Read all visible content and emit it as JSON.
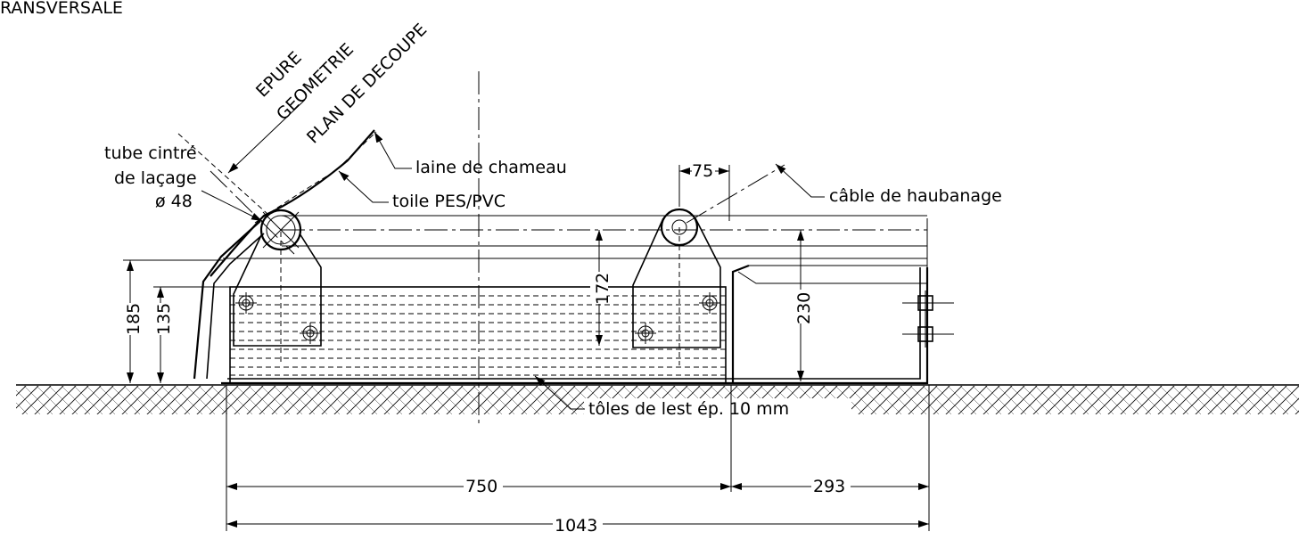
{
  "drawing": {
    "title_fragment": "RANSVERSALE",
    "labels": {
      "epure": "EPURE",
      "geometrie": "GEOMETRIE",
      "plan_decoupe": "PLAN DE DECOUPE",
      "tube_line1": "tube cintré",
      "tube_line2": "de laçage",
      "tube_line3": "ø 48",
      "laine": "laine de chameau",
      "toile": "toile PES/PVC",
      "cable": "câble de haubanage",
      "toles": "tôles de lest ép. 10 mm"
    },
    "dimensions": {
      "d75": "75",
      "d172": "172",
      "d230": "230",
      "d185": "185",
      "d135": "135",
      "d750": "750",
      "d293": "293",
      "d1043": "1043"
    }
  }
}
